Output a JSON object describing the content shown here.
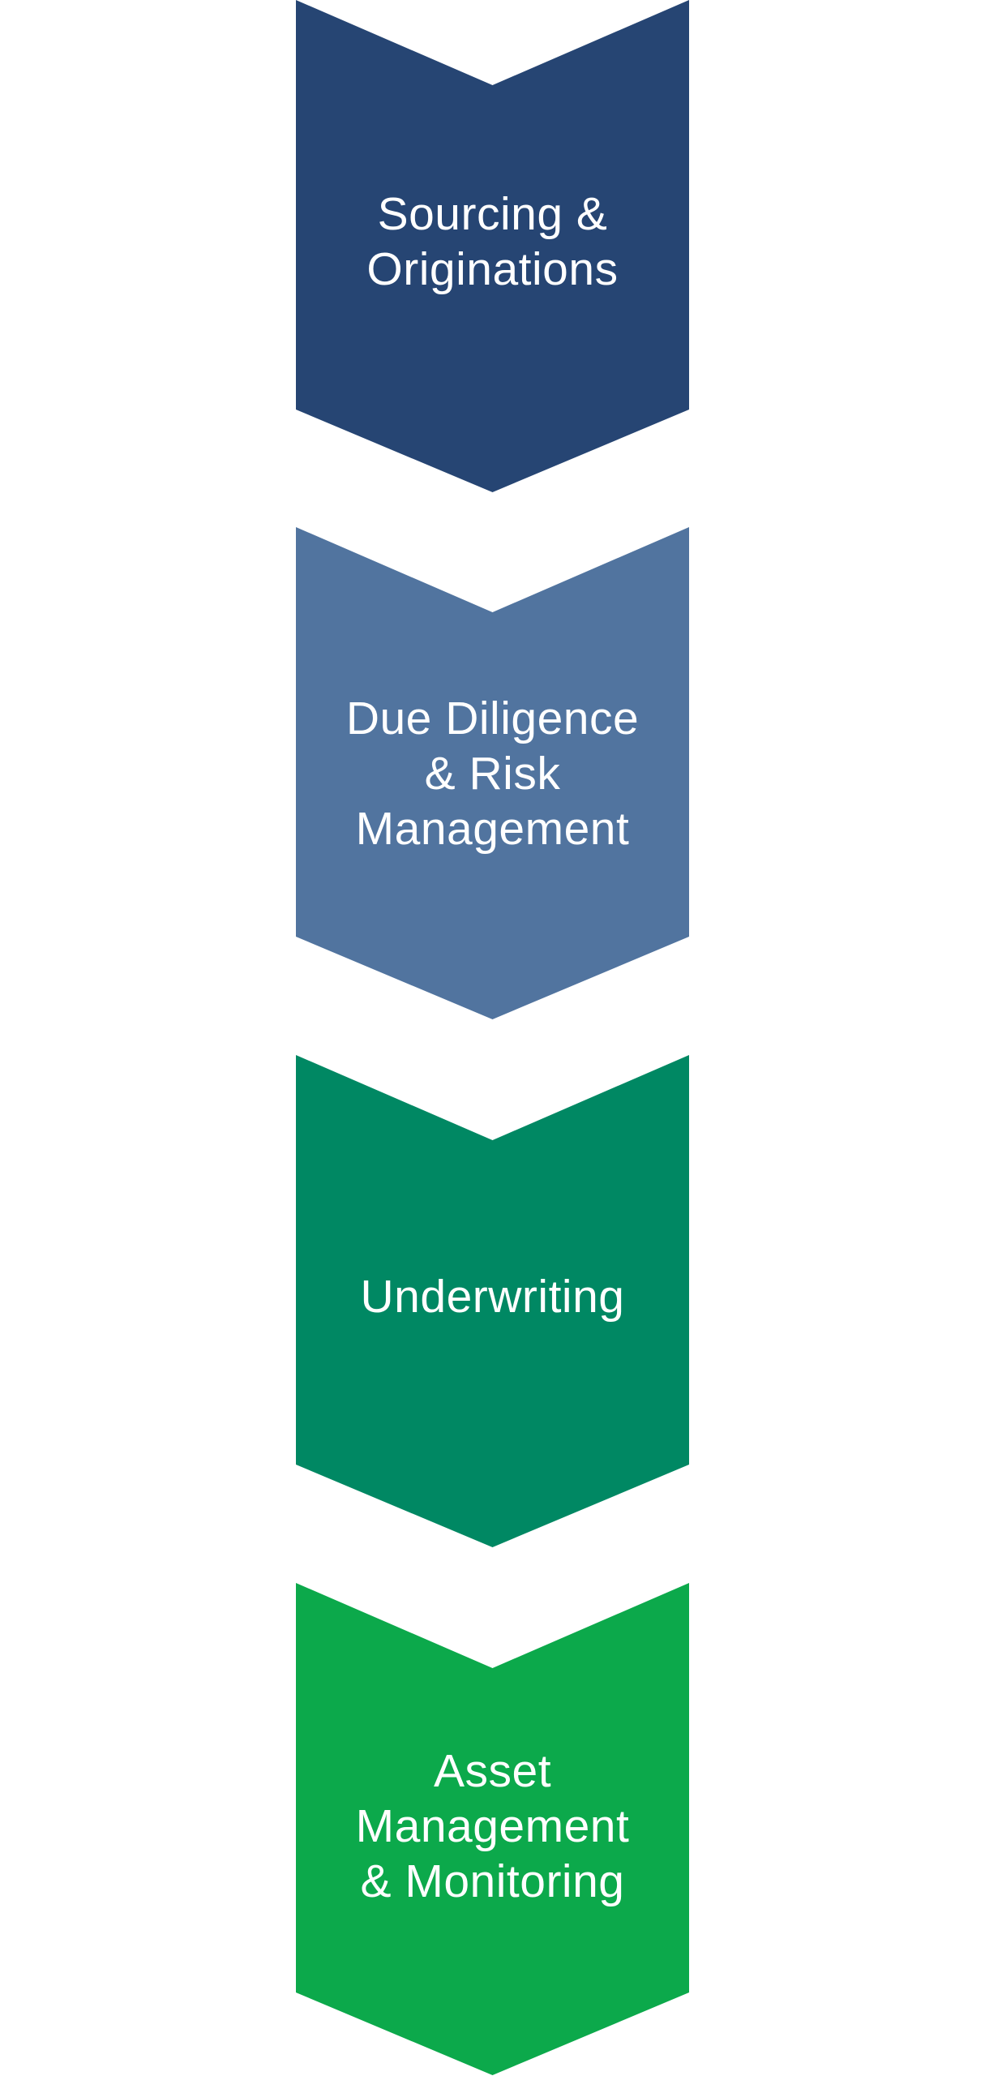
{
  "steps": [
    {
      "lines": [
        "Sourcing &",
        "Originations"
      ],
      "color": "#264573"
    },
    {
      "lines": [
        "Due Diligence",
        "& Risk",
        "Management"
      ],
      "color": "#51749f"
    },
    {
      "lines": [
        "Underwriting"
      ],
      "color": "#008863"
    },
    {
      "lines": [
        "Asset",
        "Management",
        "& Monitoring"
      ],
      "color": "#0ca94b"
    }
  ]
}
